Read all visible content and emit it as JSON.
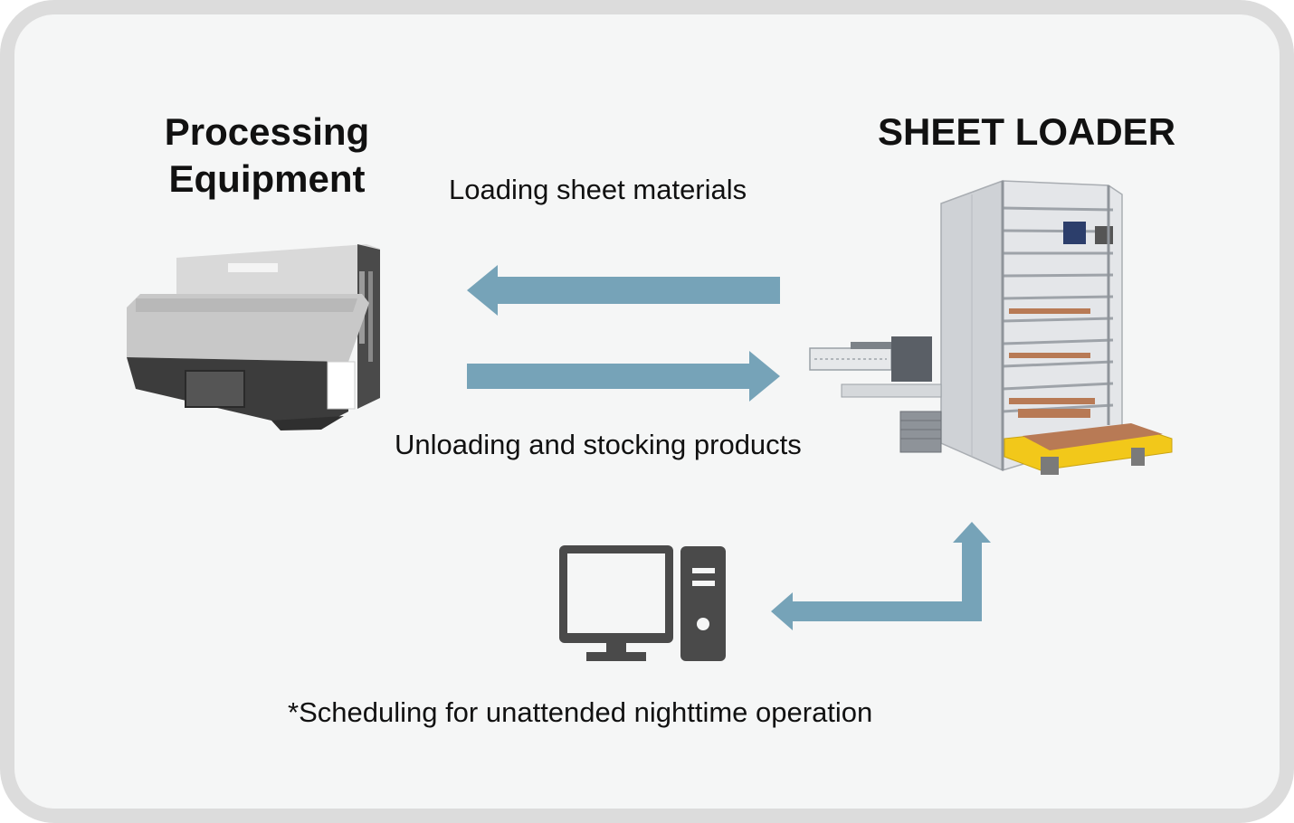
{
  "diagram": {
    "left_title": "Processing\nEquipment",
    "right_title": "SHEET LOADER",
    "arrow_top_label": "Loading sheet materials",
    "arrow_bottom_label": "Unloading and stocking products",
    "footnote": "*Scheduling for unattended nighttime operation"
  },
  "icons": {
    "processing_machine": "press-brake-machine-icon",
    "sheet_loader": "sheet-loader-tower-icon",
    "computer": "desktop-computer-icon"
  },
  "colors": {
    "arrow": "#76a3b8",
    "background": "#f5f6f6",
    "border": "#dcdcdc",
    "computer": "#4a4a4a",
    "loader_frame": "#c9ccd0",
    "loader_base": "#f2c81a"
  }
}
